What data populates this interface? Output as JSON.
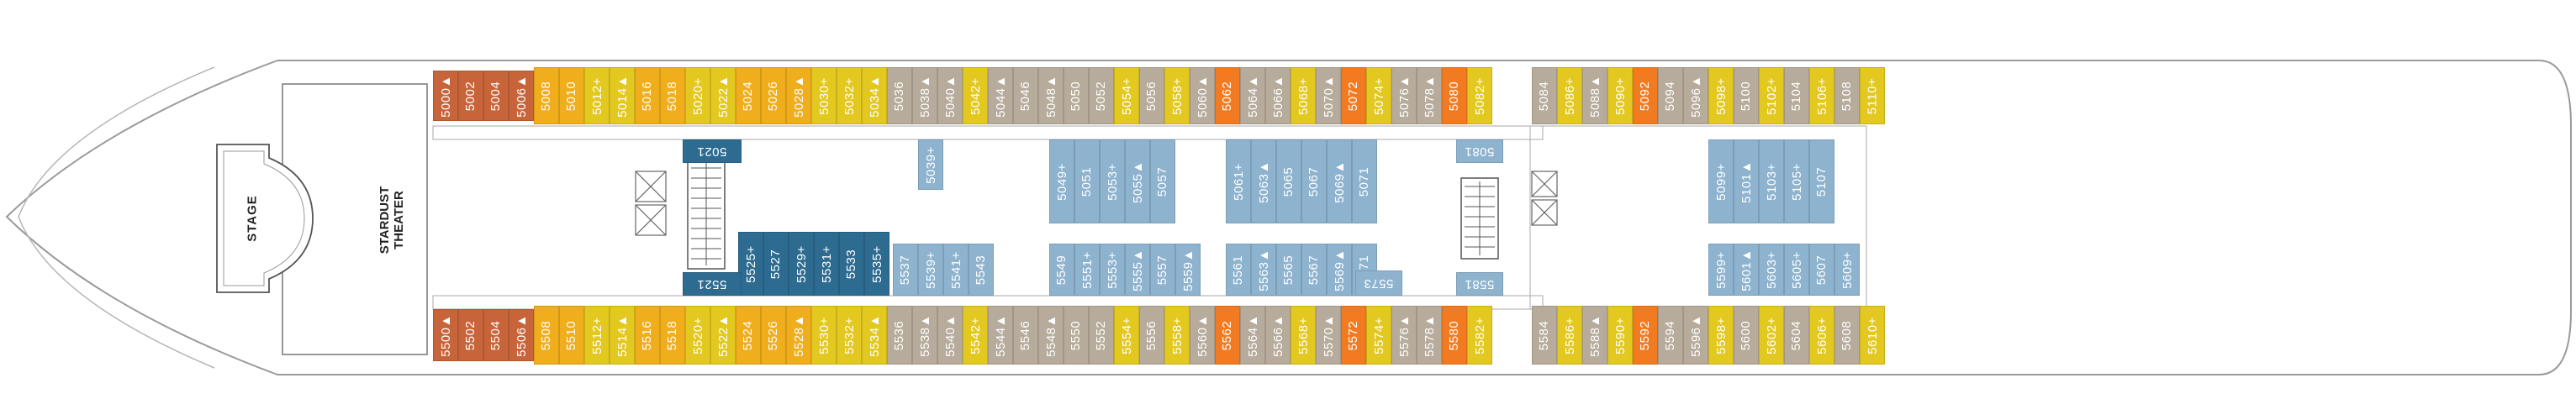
{
  "colors": {
    "orange_brown": "#c8643a",
    "yellow_orange": "#f0ad1c",
    "yellow": "#e3c820",
    "gray": "#b7ab9b",
    "light_blue": "#8eb3cf",
    "dark_teal": "#2d6b91",
    "bright_orange": "#f27b21",
    "outline": "#8a8a8a"
  },
  "labels": {
    "stage": "STAGE",
    "theater_line1": "STARDUST",
    "theater_line2": "THEATER"
  },
  "top_row": [
    {
      "n": "5000▲",
      "c": "orange_brown"
    },
    {
      "n": "5002",
      "c": "orange_brown"
    },
    {
      "n": "5004",
      "c": "orange_brown"
    },
    {
      "n": "5006▲",
      "c": "orange_brown"
    },
    {
      "n": "5008",
      "c": "yellow_orange"
    },
    {
      "n": "5010",
      "c": "yellow_orange"
    },
    {
      "n": "5012+",
      "c": "yellow"
    },
    {
      "n": "5014▲",
      "c": "yellow"
    },
    {
      "n": "5016",
      "c": "yellow_orange"
    },
    {
      "n": "5018",
      "c": "yellow_orange"
    },
    {
      "n": "5020+",
      "c": "yellow"
    },
    {
      "n": "5022▲",
      "c": "yellow"
    },
    {
      "n": "5024",
      "c": "yellow_orange"
    },
    {
      "n": "5026",
      "c": "yellow_orange"
    },
    {
      "n": "5028▲",
      "c": "yellow_orange"
    },
    {
      "n": "5030+",
      "c": "yellow"
    },
    {
      "n": "5032+",
      "c": "yellow"
    },
    {
      "n": "5034▲",
      "c": "yellow"
    },
    {
      "n": "5036",
      "c": "gray"
    },
    {
      "n": "5038▲",
      "c": "gray"
    },
    {
      "n": "5040▲",
      "c": "gray"
    },
    {
      "n": "5042+",
      "c": "yellow"
    },
    {
      "n": "5044▲",
      "c": "gray"
    },
    {
      "n": "5046",
      "c": "gray"
    },
    {
      "n": "5048▲",
      "c": "gray"
    },
    {
      "n": "5050",
      "c": "gray"
    },
    {
      "n": "5052",
      "c": "gray"
    },
    {
      "n": "5054+",
      "c": "yellow"
    },
    {
      "n": "5056",
      "c": "gray"
    },
    {
      "n": "5058+",
      "c": "yellow"
    },
    {
      "n": "5060▲",
      "c": "gray"
    },
    {
      "n": "5062",
      "c": "bright_orange"
    },
    {
      "n": "5064▲",
      "c": "gray"
    },
    {
      "n": "5066▲",
      "c": "gray"
    },
    {
      "n": "5068+",
      "c": "yellow"
    },
    {
      "n": "5070▲",
      "c": "gray"
    },
    {
      "n": "5072",
      "c": "bright_orange"
    },
    {
      "n": "5074+",
      "c": "yellow"
    },
    {
      "n": "5076▲",
      "c": "gray"
    },
    {
      "n": "5078▲",
      "c": "gray"
    },
    {
      "n": "5080",
      "c": "bright_orange"
    },
    {
      "n": "5082+",
      "c": "yellow"
    },
    {
      "n": "5084",
      "c": "gray"
    },
    {
      "n": "5086+",
      "c": "yellow"
    },
    {
      "n": "5088▲",
      "c": "gray"
    },
    {
      "n": "5090+",
      "c": "yellow"
    },
    {
      "n": "5092",
      "c": "bright_orange"
    },
    {
      "n": "5094",
      "c": "gray"
    },
    {
      "n": "5096▲",
      "c": "gray"
    },
    {
      "n": "5098+",
      "c": "yellow"
    },
    {
      "n": "5100",
      "c": "gray"
    },
    {
      "n": "5102+",
      "c": "yellow"
    },
    {
      "n": "5104",
      "c": "gray"
    },
    {
      "n": "5106+",
      "c": "yellow"
    },
    {
      "n": "5108",
      "c": "gray"
    },
    {
      "n": "5110+",
      "c": "yellow"
    }
  ],
  "bottom_row": [
    {
      "n": "5500▲",
      "c": "orange_brown"
    },
    {
      "n": "5502",
      "c": "orange_brown"
    },
    {
      "n": "5504",
      "c": "orange_brown"
    },
    {
      "n": "5506▲",
      "c": "orange_brown"
    },
    {
      "n": "5508",
      "c": "yellow_orange"
    },
    {
      "n": "5510",
      "c": "yellow_orange"
    },
    {
      "n": "5512+",
      "c": "yellow"
    },
    {
      "n": "5514▲",
      "c": "yellow"
    },
    {
      "n": "5516",
      "c": "yellow_orange"
    },
    {
      "n": "5518",
      "c": "yellow_orange"
    },
    {
      "n": "5520+",
      "c": "yellow"
    },
    {
      "n": "5522▲",
      "c": "yellow"
    },
    {
      "n": "5524",
      "c": "yellow_orange"
    },
    {
      "n": "5526",
      "c": "yellow_orange"
    },
    {
      "n": "5528▲",
      "c": "yellow_orange"
    },
    {
      "n": "5530+",
      "c": "yellow"
    },
    {
      "n": "5532+",
      "c": "yellow"
    },
    {
      "n": "5534▲",
      "c": "yellow"
    },
    {
      "n": "5536",
      "c": "gray"
    },
    {
      "n": "5538▲",
      "c": "gray"
    },
    {
      "n": "5540▲",
      "c": "gray"
    },
    {
      "n": "5542+",
      "c": "yellow"
    },
    {
      "n": "5544▲",
      "c": "gray"
    },
    {
      "n": "5546",
      "c": "gray"
    },
    {
      "n": "5548▲",
      "c": "gray"
    },
    {
      "n": "5550",
      "c": "gray"
    },
    {
      "n": "5552",
      "c": "gray"
    },
    {
      "n": "5554+",
      "c": "yellow"
    },
    {
      "n": "5556",
      "c": "gray"
    },
    {
      "n": "5558+",
      "c": "yellow"
    },
    {
      "n": "5560▲",
      "c": "gray"
    },
    {
      "n": "5562",
      "c": "bright_orange"
    },
    {
      "n": "5564▲",
      "c": "gray"
    },
    {
      "n": "5566▲",
      "c": "gray"
    },
    {
      "n": "5568+",
      "c": "yellow"
    },
    {
      "n": "5570▲",
      "c": "gray"
    },
    {
      "n": "5572",
      "c": "bright_orange"
    },
    {
      "n": "5574+",
      "c": "yellow"
    },
    {
      "n": "5576▲",
      "c": "gray"
    },
    {
      "n": "5578▲",
      "c": "gray"
    },
    {
      "n": "5580",
      "c": "bright_orange"
    },
    {
      "n": "5582+",
      "c": "yellow"
    },
    {
      "n": "5584",
      "c": "gray"
    },
    {
      "n": "5586+",
      "c": "yellow"
    },
    {
      "n": "5588▲",
      "c": "gray"
    },
    {
      "n": "5590+",
      "c": "yellow"
    },
    {
      "n": "5592",
      "c": "bright_orange"
    },
    {
      "n": "5594",
      "c": "gray"
    },
    {
      "n": "5596▲",
      "c": "gray"
    },
    {
      "n": "5598+",
      "c": "yellow"
    },
    {
      "n": "5600",
      "c": "gray"
    },
    {
      "n": "5602+",
      "c": "yellow"
    },
    {
      "n": "5604",
      "c": "gray"
    },
    {
      "n": "5606+",
      "c": "yellow"
    },
    {
      "n": "5608",
      "c": "gray"
    },
    {
      "n": "5610+",
      "c": "yellow"
    }
  ],
  "inner_top": [
    {
      "n": "5039+",
      "c": "light_blue"
    },
    {
      "n": "5049+",
      "c": "light_blue"
    },
    {
      "n": "5051",
      "c": "light_blue"
    },
    {
      "n": "5053+",
      "c": "light_blue"
    },
    {
      "n": "5055▲",
      "c": "light_blue"
    },
    {
      "n": "5057",
      "c": "light_blue"
    },
    {
      "n": "5061+",
      "c": "light_blue"
    },
    {
      "n": "5063▲",
      "c": "light_blue"
    },
    {
      "n": "5065",
      "c": "light_blue"
    },
    {
      "n": "5067",
      "c": "light_blue"
    },
    {
      "n": "5069▲",
      "c": "light_blue"
    },
    {
      "n": "5071",
      "c": "light_blue"
    },
    {
      "n": "5099+",
      "c": "light_blue"
    },
    {
      "n": "5101▲",
      "c": "light_blue"
    },
    {
      "n": "5103+",
      "c": "light_blue"
    },
    {
      "n": "5105+",
      "c": "light_blue"
    },
    {
      "n": "5107",
      "c": "light_blue"
    }
  ],
  "inner_bottom": [
    {
      "n": "5525+",
      "c": "dark_teal"
    },
    {
      "n": "5527",
      "c": "dark_teal"
    },
    {
      "n": "5529+",
      "c": "dark_teal"
    },
    {
      "n": "5531+",
      "c": "dark_teal"
    },
    {
      "n": "5533",
      "c": "dark_teal"
    },
    {
      "n": "5535+",
      "c": "dark_teal"
    },
    {
      "n": "5537",
      "c": "light_blue"
    },
    {
      "n": "5539+",
      "c": "light_blue"
    },
    {
      "n": "5541+",
      "c": "light_blue"
    },
    {
      "n": "5543",
      "c": "light_blue"
    },
    {
      "n": "5549",
      "c": "light_blue"
    },
    {
      "n": "5551+",
      "c": "light_blue"
    },
    {
      "n": "5553+",
      "c": "light_blue"
    },
    {
      "n": "5555▲",
      "c": "light_blue"
    },
    {
      "n": "5557",
      "c": "light_blue"
    },
    {
      "n": "5559▲",
      "c": "light_blue"
    },
    {
      "n": "5561",
      "c": "light_blue"
    },
    {
      "n": "5563▲",
      "c": "light_blue"
    },
    {
      "n": "5565",
      "c": "light_blue"
    },
    {
      "n": "5567",
      "c": "light_blue"
    },
    {
      "n": "5569▲",
      "c": "light_blue"
    },
    {
      "n": "5571",
      "c": "light_blue"
    },
    {
      "n": "5599+",
      "c": "light_blue"
    },
    {
      "n": "5601▲",
      "c": "light_blue"
    },
    {
      "n": "5603+",
      "c": "light_blue"
    },
    {
      "n": "5605+",
      "c": "light_blue"
    },
    {
      "n": "5607",
      "c": "light_blue"
    },
    {
      "n": "5609+",
      "c": "light_blue"
    }
  ],
  "inner_special": [
    {
      "n": "5021",
      "c": "dark_teal"
    },
    {
      "n": "5521",
      "c": "dark_teal"
    },
    {
      "n": "5081",
      "c": "light_blue"
    },
    {
      "n": "5581",
      "c": "light_blue"
    },
    {
      "n": "5573",
      "c": "light_blue"
    }
  ]
}
